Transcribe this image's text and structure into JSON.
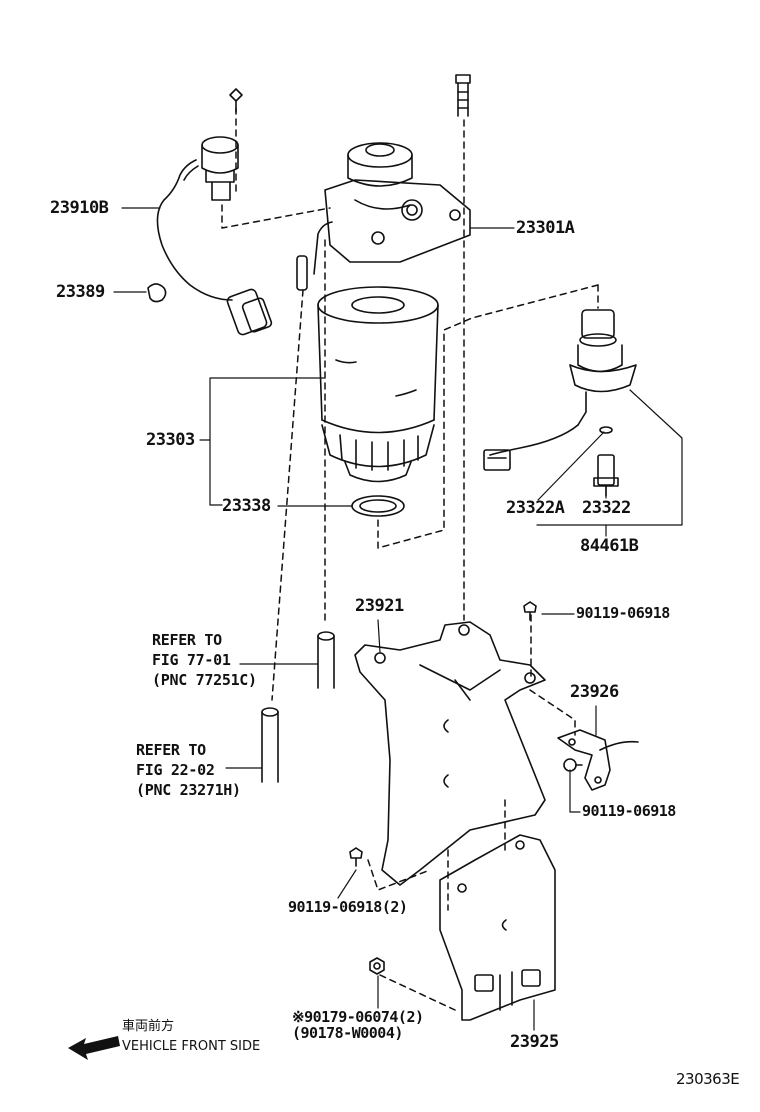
{
  "parts": {
    "p23910B": "23910B",
    "p23389": "23389",
    "p23301A": "23301A",
    "p23303": "23303",
    "p23338": "23338",
    "p23322A": "23322A",
    "p23322": "23322",
    "p84461B": "84461B",
    "p23921": "23921",
    "p90119_top": "90119-06918",
    "p23926": "23926",
    "p90119_right": "90119-06918",
    "p90119_left": "90119-06918(2)",
    "p90179": "※90179-06074(2)",
    "p90178": "(90178-W0004)",
    "p23925": "23925"
  },
  "refs": {
    "ref1": {
      "line1": "REFER TO",
      "line2": "FIG 77-01",
      "line3": "(PNC 77251C)"
    },
    "ref2": {
      "line1": "REFER TO",
      "line2": "FIG 22-02",
      "line3": "(PNC 23271H)"
    }
  },
  "direction": {
    "jp": "車両前方",
    "en": "VEHICLE FRONT SIDE",
    "icon": "arrow-left-icon"
  },
  "figure_code": "230363E"
}
